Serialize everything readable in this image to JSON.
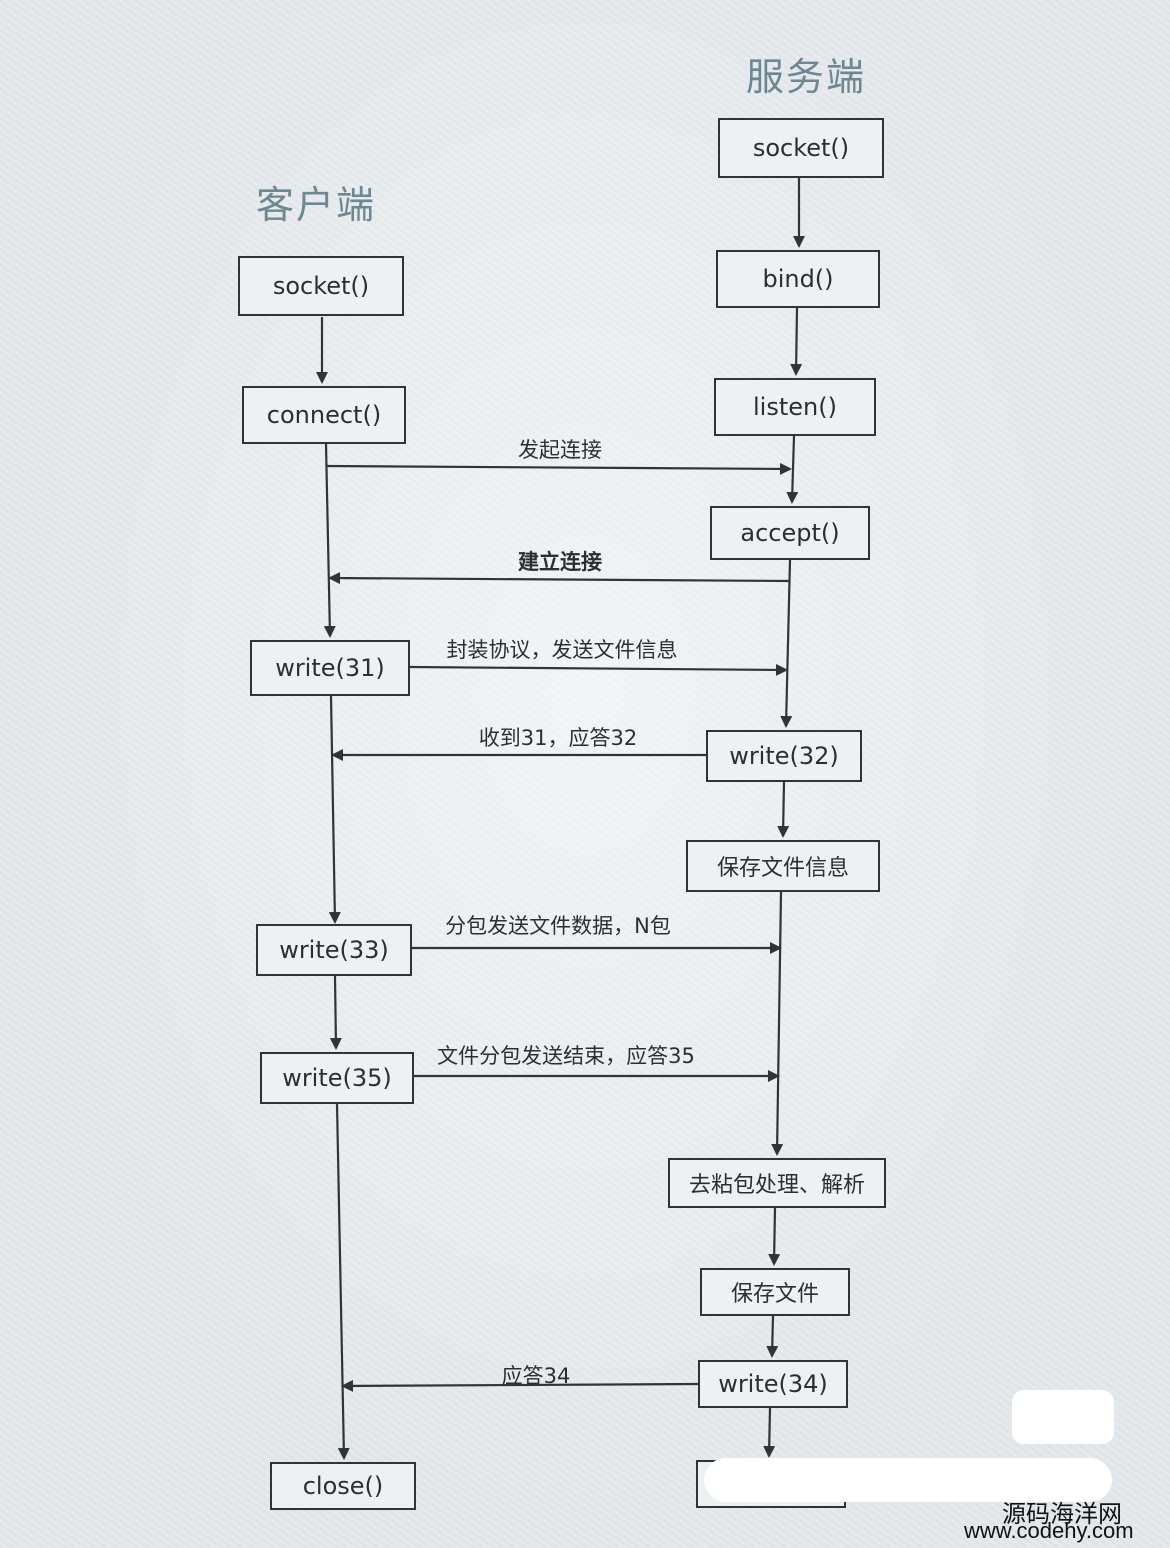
{
  "headings": {
    "client": "客户端",
    "server": "服务端"
  },
  "client_steps": {
    "socket": "socket()",
    "connect": "connect()",
    "write31": "write(31)",
    "write33": "write(33)",
    "write35": "write(35)",
    "close": "close()"
  },
  "server_steps": {
    "socket": "socket()",
    "bind": "bind()",
    "listen": "listen()",
    "accept": "accept()",
    "write32": "write(32)",
    "save_info": "保存文件信息",
    "unpack": "去粘包处理、解析",
    "save_file": "保存文件",
    "write34": "write(34)"
  },
  "messages": {
    "initiate": "发起连接",
    "establish": "建立连接",
    "send_info": "封装协议，发送文件信息",
    "reply32": "收到31，应答32",
    "send_data": "分包发送文件数据，N包",
    "send_end": "文件分包发送结束，应答35",
    "reply34": "应答34"
  },
  "watermark": {
    "name": "源码海洋网",
    "url": "www.codehy.com"
  },
  "colors": {
    "heading": "#6f8791",
    "line": "#2f3436",
    "background": "#e6ebec"
  }
}
